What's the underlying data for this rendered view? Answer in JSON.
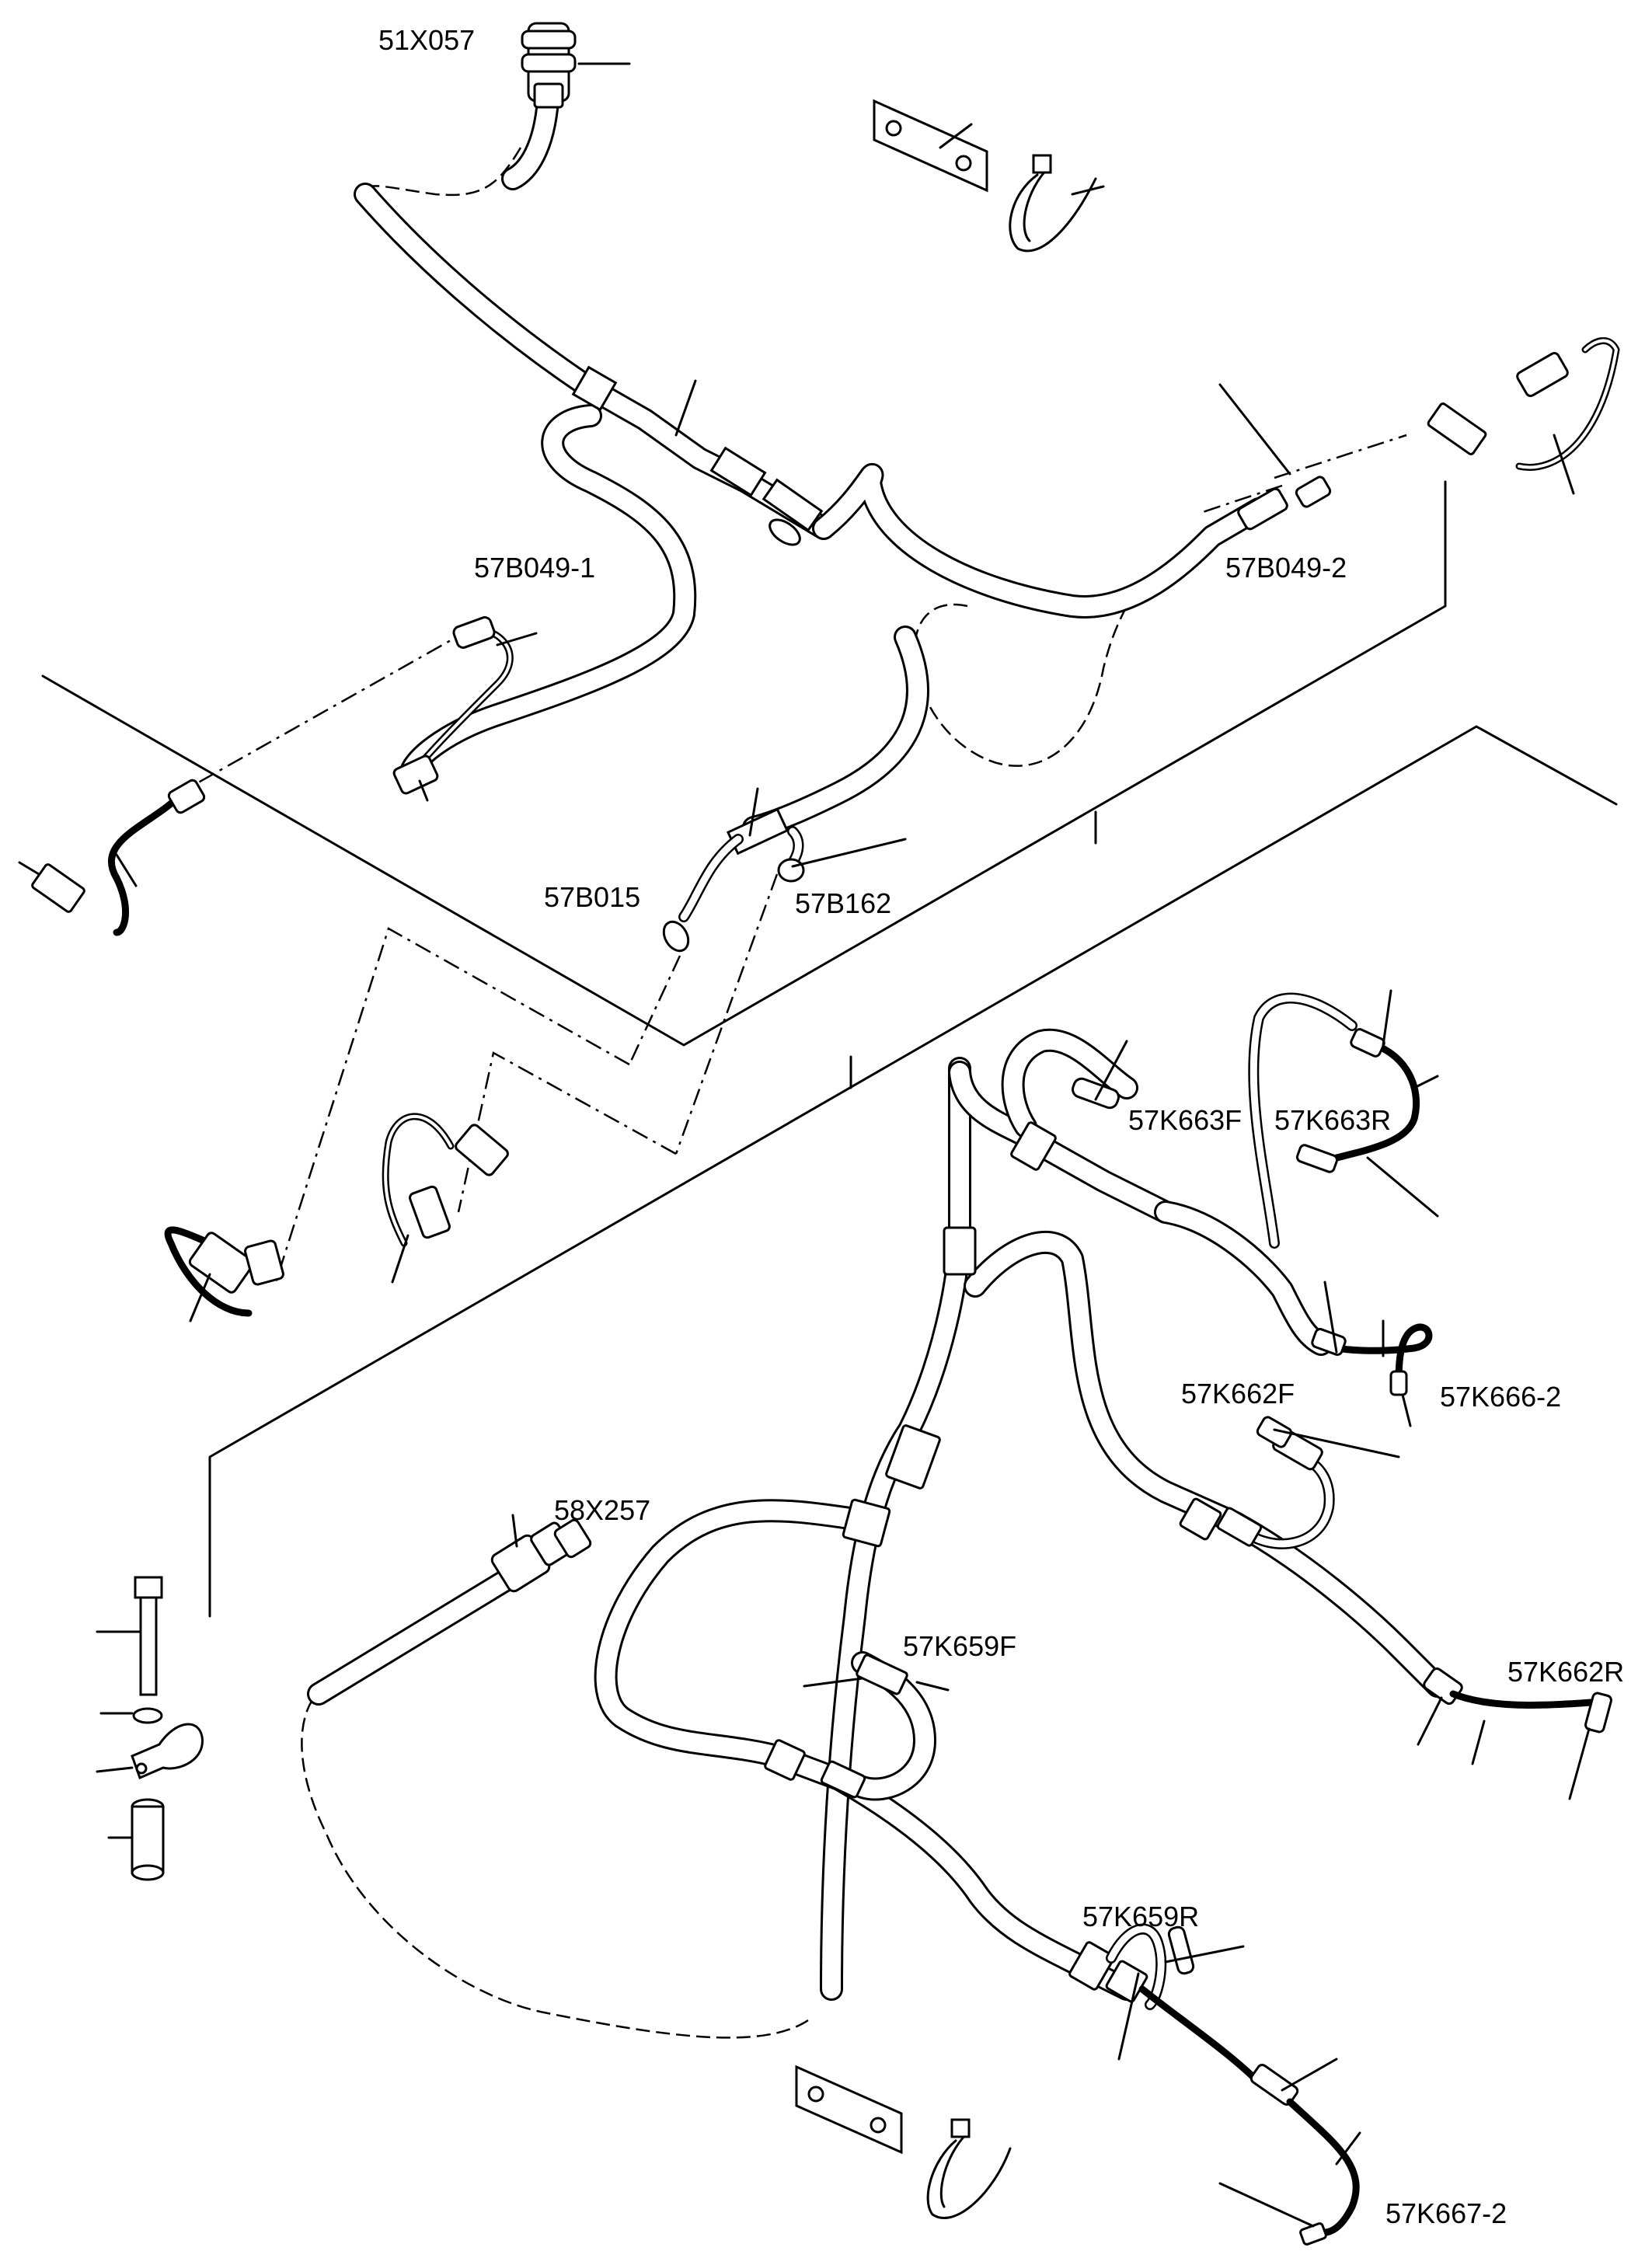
{
  "labels": {
    "l_51x057": "51X057",
    "l_57b049_1": "57B049-1",
    "l_57b049_2": "57B049-2",
    "l_57b015": "57B015",
    "l_57b162": "57B162",
    "l_57k663f": "57K663F",
    "l_57k663r": "57K663R",
    "l_57k662f": "57K662F",
    "l_57k666_2": "57K666-2",
    "l_58x257": "58X257",
    "l_57k659f": "57K659F",
    "l_57k662r": "57K662R",
    "l_57k659r": "57K659R",
    "l_57k667_2": "57K667-2"
  }
}
